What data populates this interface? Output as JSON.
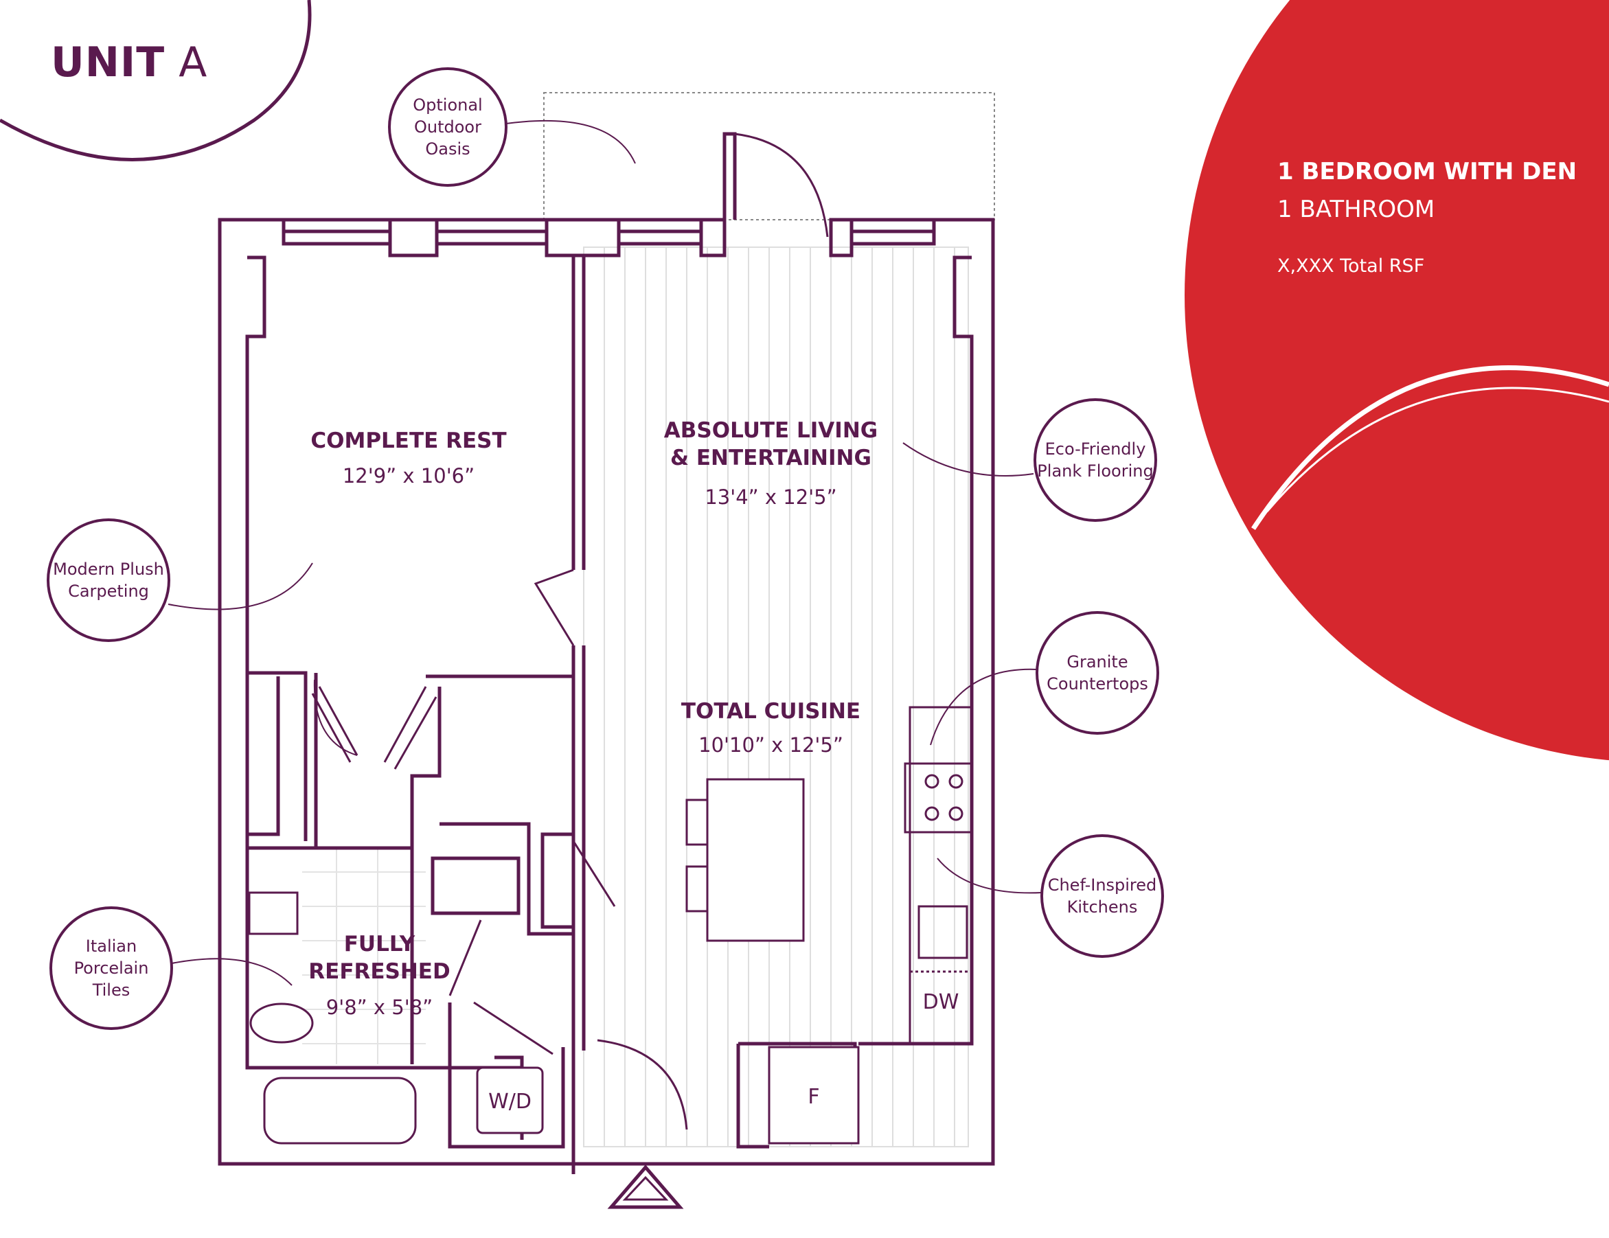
{
  "unit": {
    "name_bold": "UNIT",
    "name_light": "A"
  },
  "info": {
    "bedrooms": "1 BEDROOM WITH DEN",
    "bathrooms": "1 BATHROOM",
    "rsf": "X,XXX  Total RSF"
  },
  "rooms": [
    {
      "label": "COMPLETE REST",
      "dims": "12'9”  x 10'6”"
    },
    {
      "label": "ABSOLUTE LIVING\n& ENTERTAINING",
      "dims": "13'4”  x 12'5”"
    },
    {
      "label": "TOTAL CUISINE",
      "dims": "10'10”  x 12'5”"
    },
    {
      "label": "FULLY\nREFRESHED",
      "dims": "9'8”  x 5'8”"
    }
  ],
  "callouts": [
    {
      "text": "Optional\nOutdoor\nOasis"
    },
    {
      "text": "Eco-Friendly\nPlank Flooring"
    },
    {
      "text": "Modern Plush\nCarpeting"
    },
    {
      "text": "Granite\nCountertops"
    },
    {
      "text": "Chef-Inspired\nKitchens"
    },
    {
      "text": "Italian\nPorcelain\nTiles"
    }
  ],
  "fixtures": {
    "dishwasher": "DW",
    "washer_dryer": "W/D",
    "fridge": "F"
  },
  "colors": {
    "accent": "#5a1a4e",
    "brand_red": "#d6272e",
    "floor_lines": "#d9d9d9"
  }
}
